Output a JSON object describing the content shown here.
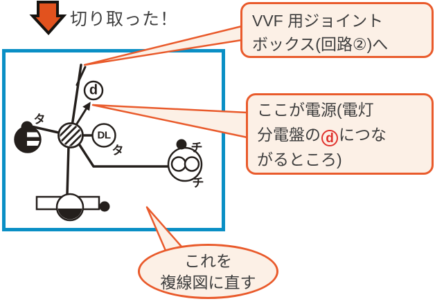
{
  "palette": {
    "accent_orange": "#e95a2b",
    "arrow_orange": "#e2521e",
    "callout_cream": "#fcf0e6",
    "frame_blue": "#0a8fc5",
    "diagram_ink": "#241f1c",
    "text_gray": "#3f3f3f",
    "circled_d_red": "#e0312c"
  },
  "top": {
    "arrow_icon": "thick-down-arrow",
    "caption": "切り取った！"
  },
  "diagram_box": {
    "labels": {
      "d_terminal": "d",
      "switch_left": "タ",
      "downlight": "DL",
      "downlight_switch": "タ",
      "fan_switch": "チ",
      "fan": "チ"
    }
  },
  "callouts": {
    "joint_box": {
      "line1": "VVF 用ジョイント",
      "line2": "ボックス(回路②)へ"
    },
    "power_source": {
      "line1": "ここが電源(電灯",
      "line2_before": "分電盤の",
      "circled_d": "d",
      "line2_after": "につな",
      "line3": "がるところ)"
    },
    "convert": {
      "line1": "これを",
      "line2": "複線図に直す"
    }
  }
}
